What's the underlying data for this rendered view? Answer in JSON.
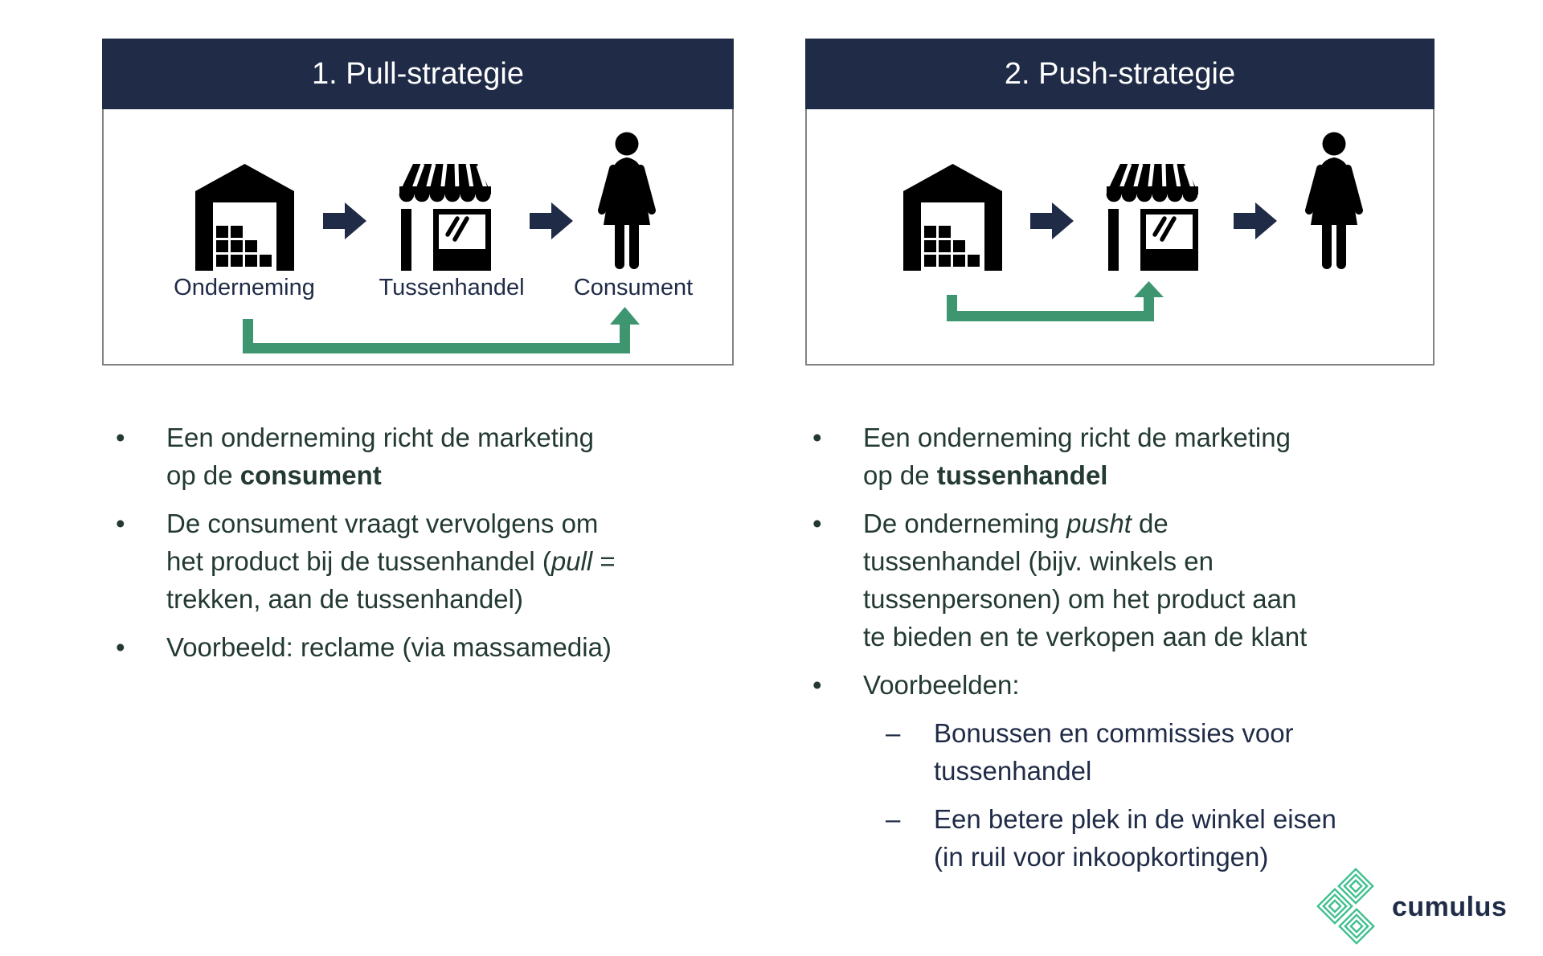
{
  "markers": {
    "bullet": "•",
    "dash": "–"
  },
  "colors": {
    "navy": "#1f2b47",
    "green_arrow": "#3e9671",
    "body_text": "#233a31",
    "panel_border": "#828282",
    "logo_green": "#3ec08e",
    "icon_black": "#000000",
    "header_text": "#ffffff"
  },
  "left_panel": {
    "title": "1. Pull-strategie",
    "flow": {
      "labels": [
        "Onderneming",
        "Tussenhandel",
        "Consument"
      ]
    },
    "bullets": [
      [
        {
          "t": "Een onderneming richt de marketing"
        },
        {
          "br": true
        },
        {
          "t": "op de "
        },
        {
          "t": "consument",
          "s": "b"
        }
      ],
      [
        {
          "t": "De consument vraagt vervolgens om"
        },
        {
          "br": true
        },
        {
          "t": "het product bij de tussenhandel ("
        },
        {
          "t": "pull",
          "s": "i"
        },
        {
          "t": " ="
        },
        {
          "br": true
        },
        {
          "t": "trekken, aan de tussenhandel)"
        }
      ],
      [
        {
          "t": "Voorbeeld: reclame (via massamedia)"
        }
      ]
    ]
  },
  "right_panel": {
    "title": "2. Push-strategie",
    "bullets": [
      [
        {
          "t": "Een onderneming richt de marketing"
        },
        {
          "br": true
        },
        {
          "t": "op de "
        },
        {
          "t": "tussenhandel",
          "s": "b"
        }
      ],
      [
        {
          "t": "De onderneming "
        },
        {
          "t": "pusht",
          "s": "i"
        },
        {
          "t": " de"
        },
        {
          "br": true
        },
        {
          "t": "tussenhandel (bijv. winkels en"
        },
        {
          "br": true
        },
        {
          "t": "tussenpersonen) om het product aan"
        },
        {
          "br": true
        },
        {
          "t": "te bieden en te verkopen aan de klant"
        }
      ],
      [
        {
          "t": "Voorbeelden:"
        }
      ]
    ],
    "sub_bullets": [
      [
        {
          "t": "Bonussen en commissies voor"
        },
        {
          "br": true
        },
        {
          "t": "tussenhandel"
        }
      ],
      [
        {
          "t": "Een betere plek in de winkel eisen"
        },
        {
          "br": true
        },
        {
          "t": "(in ruil voor inkoopkortingen)"
        }
      ]
    ]
  },
  "logo": {
    "text": "cumulus"
  }
}
